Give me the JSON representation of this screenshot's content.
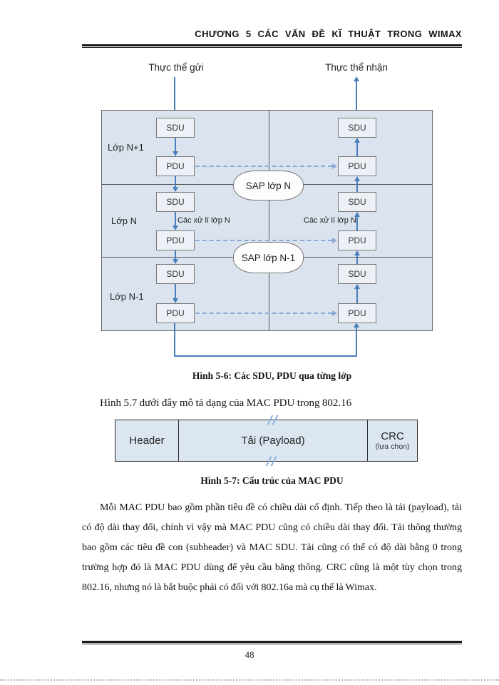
{
  "page": {
    "header_title": "CHƯƠNG 5 CÁC VẤN ĐỀ KĨ THUẬT TRONG WIMAX",
    "page_number": "48"
  },
  "figure_5_6": {
    "sender_label": "Thực thể gửi",
    "receiver_label": "Thực thể nhận",
    "layers": [
      {
        "label": "Lớp N+1"
      },
      {
        "label": "Lớp N"
      },
      {
        "label": "Lớp N-1"
      }
    ],
    "sdu_label": "SDU",
    "pdu_label": "PDU",
    "sap_upper": "SAP lớp N",
    "sap_lower": "SAP lớp N-1",
    "process_left": "Các xử lí lớp N",
    "process_right": "Các xử lí lớp N",
    "caption": "Hình 5-6: Các SDU, PDU qua từng lớp"
  },
  "intro_text": "Hình 5.7 dưới đây mô tả dạng của MAC PDU trong 802.16",
  "figure_5_7": {
    "header_cell": "Header",
    "payload_cell": "Tải (Payload)",
    "crc_cell": "CRC",
    "crc_sub": "(lựa chọn)",
    "caption": "Hình 5-7: Cấu trúc của MAC PDU"
  },
  "paragraph": "Mỗi MAC PDU bao gồm phần tiêu đề có chiều dài cố định. Tiếp theo là tải (payload), tải có độ dài thay đổi, chính vì vậy mà MAC PDU cũng có chiều dài thay đổi. Tải thông thường bao gồm các tiêu đề con (subheader) và MAC SDU. Tải cũng có thể có độ dài bằng 0 trong trường hợp đó là MAC PDU dùng để yêu cầu băng thông. CRC cũng là một tùy chọn trong 802.16, nhưng nó là bắt buộc phải có đối với 802.16a mà cụ thể là Wimax.",
  "colors": {
    "accent_blue": "#4a7ebb",
    "dashed_blue": "#8aa9d6",
    "band_fill": "#dbe3ee",
    "node_fill": "#edf1f7",
    "figure_fill": "#dce6f1"
  }
}
